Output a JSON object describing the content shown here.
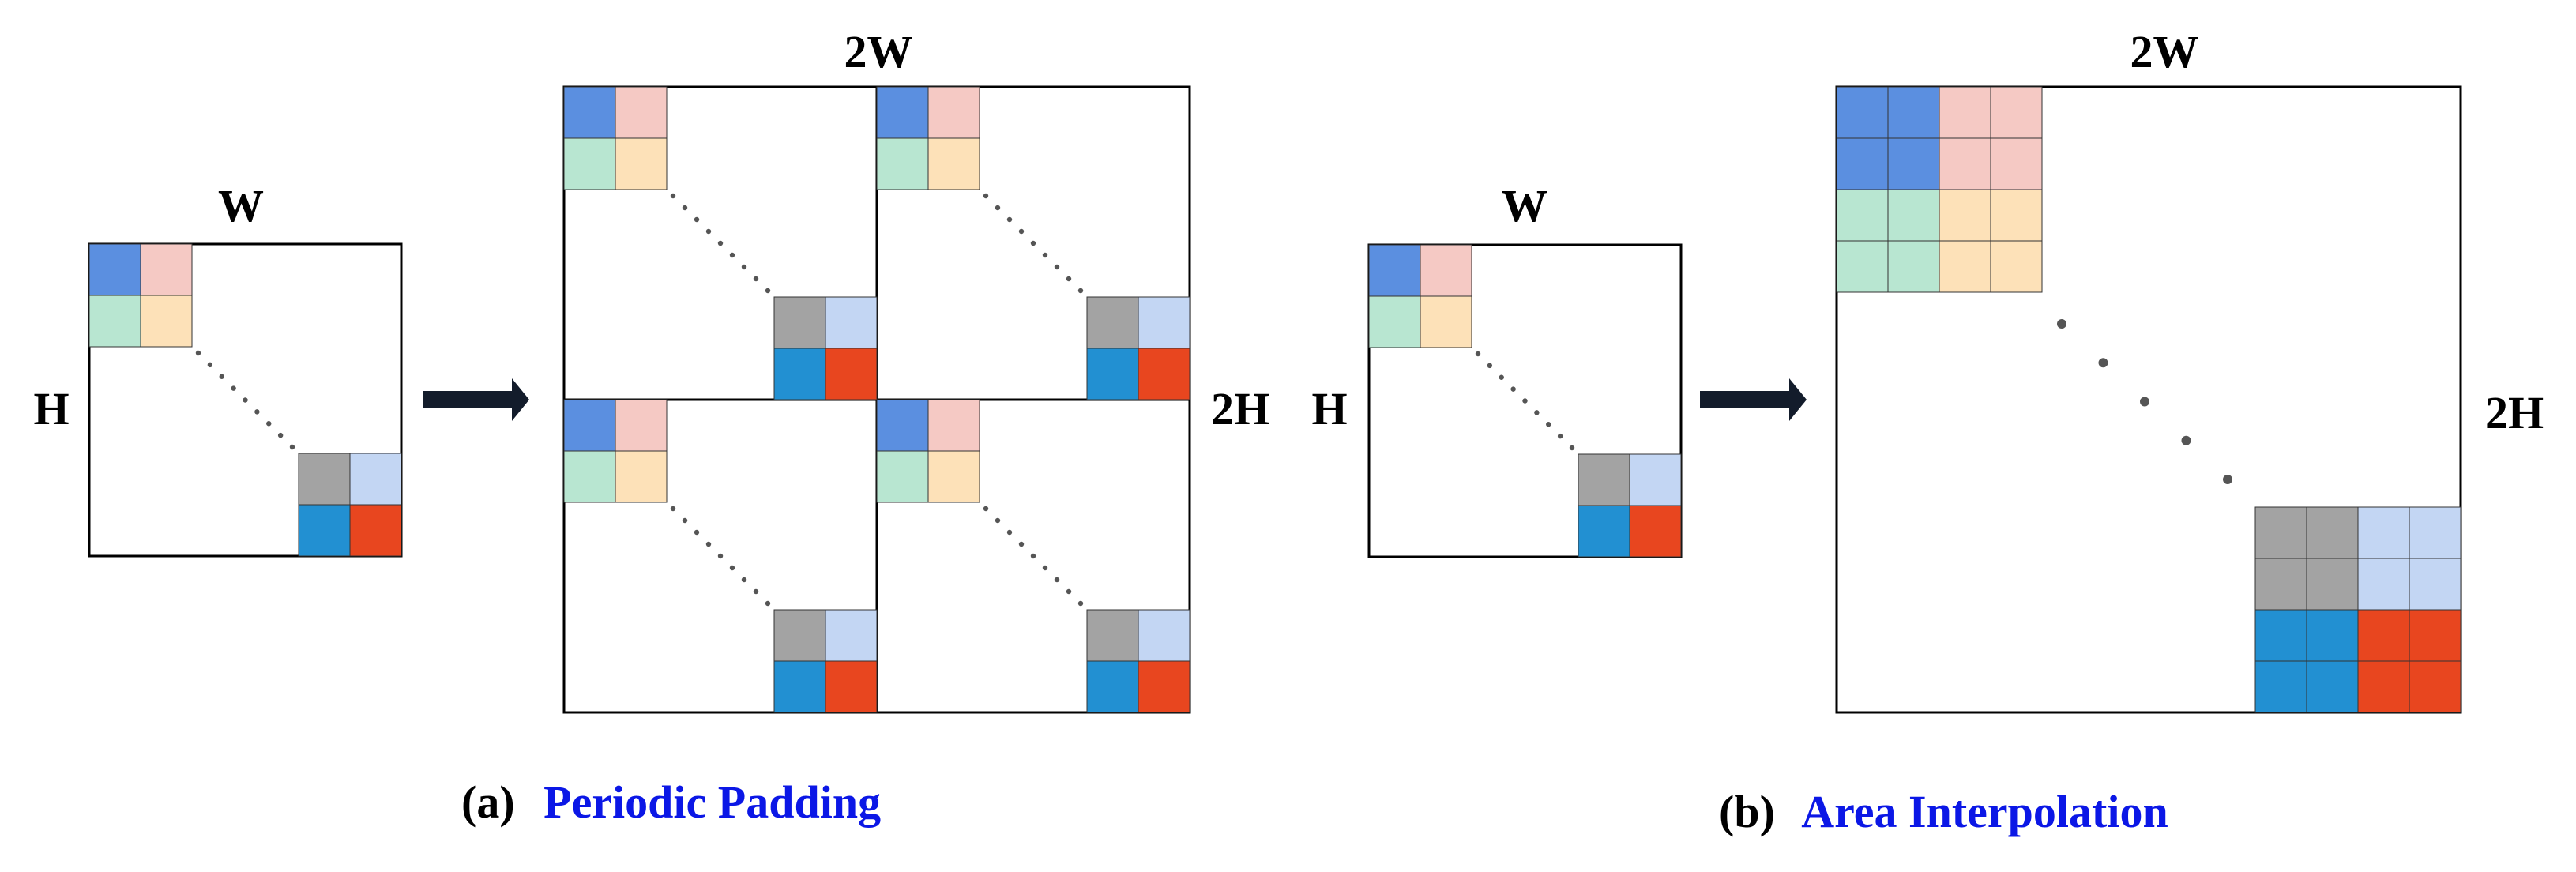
{
  "colors": {
    "blue": "#5b8fe0",
    "pink": "#f5c9c4",
    "green": "#b8e6d1",
    "peach": "#fde1b8",
    "gray": "#a3a3a3",
    "light_blue": "#c3d6f3",
    "dark_blue": "#2290d2",
    "red": "#e8461f",
    "arrow": "#131c2b",
    "caption_accent": "#0b17e6",
    "dots": "#555555"
  },
  "panel_a": {
    "input": {
      "width_label": "W",
      "height_label": "H"
    },
    "output": {
      "width_label": "2W",
      "height_label": "2H"
    },
    "caption": {
      "prefix": "(a)",
      "title": "Periodic Padding"
    }
  },
  "panel_b": {
    "input": {
      "width_label": "W",
      "height_label": "H"
    },
    "output": {
      "width_label": "2W",
      "height_label": "2H"
    },
    "caption": {
      "prefix": "(b)",
      "title": "Area Interpolation"
    }
  }
}
